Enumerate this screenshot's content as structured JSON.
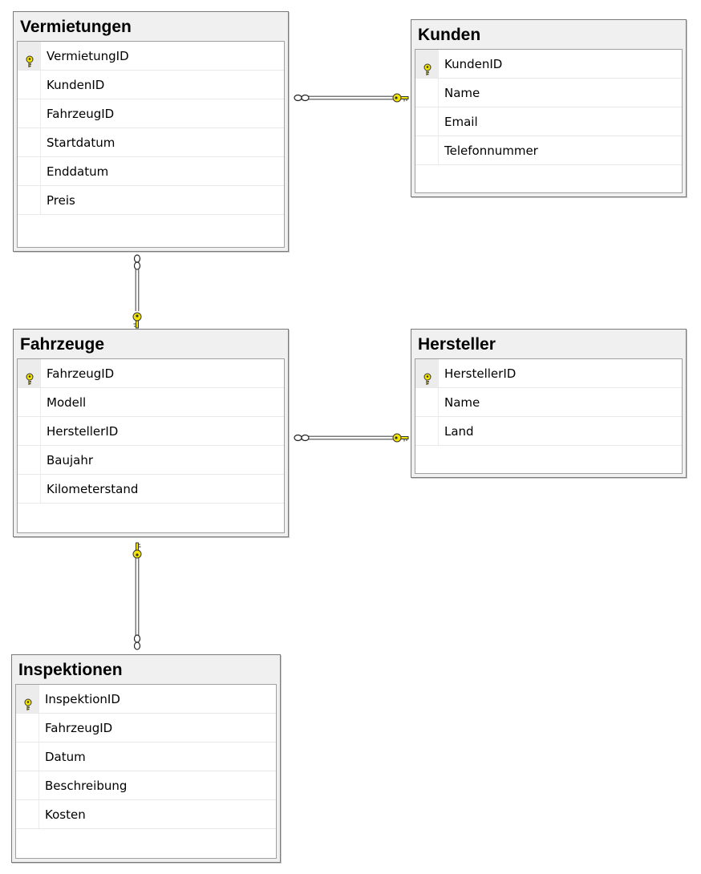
{
  "diagram": {
    "tables": [
      {
        "name": "Vermietungen",
        "columns": [
          {
            "label": "VermietungID",
            "key": true
          },
          {
            "label": "KundenID",
            "key": false
          },
          {
            "label": "FahrzeugID",
            "key": false
          },
          {
            "label": "Startdatum",
            "key": false
          },
          {
            "label": "Enddatum",
            "key": false
          },
          {
            "label": "Preis",
            "key": false
          }
        ]
      },
      {
        "name": "Kunden",
        "columns": [
          {
            "label": "KundenID",
            "key": true
          },
          {
            "label": "Name",
            "key": false
          },
          {
            "label": "Email",
            "key": false
          },
          {
            "label": "Telefonnummer",
            "key": false
          }
        ]
      },
      {
        "name": "Fahrzeuge",
        "columns": [
          {
            "label": "FahrzeugID",
            "key": true
          },
          {
            "label": "Modell",
            "key": false
          },
          {
            "label": "HerstellerID",
            "key": false
          },
          {
            "label": "Baujahr",
            "key": false
          },
          {
            "label": "Kilometerstand",
            "key": false
          }
        ]
      },
      {
        "name": "Hersteller",
        "columns": [
          {
            "label": "HerstellerID",
            "key": true
          },
          {
            "label": "Name",
            "key": false
          },
          {
            "label": "Land",
            "key": false
          }
        ]
      },
      {
        "name": "Inspektionen",
        "columns": [
          {
            "label": "InspektionID",
            "key": true
          },
          {
            "label": "FahrzeugID",
            "key": false
          },
          {
            "label": "Datum",
            "key": false
          },
          {
            "label": "Beschreibung",
            "key": false
          },
          {
            "label": "Kosten",
            "key": false
          }
        ]
      }
    ],
    "relationships": [
      {
        "many": "Vermietungen",
        "one": "Kunden"
      },
      {
        "many": "Vermietungen",
        "one": "Fahrzeuge"
      },
      {
        "many": "Fahrzeuge",
        "one": "Hersteller"
      },
      {
        "many": "Inspektionen",
        "one": "Fahrzeuge"
      }
    ],
    "colors": {
      "key_icon": "#f5e600",
      "line": "#808080"
    }
  }
}
